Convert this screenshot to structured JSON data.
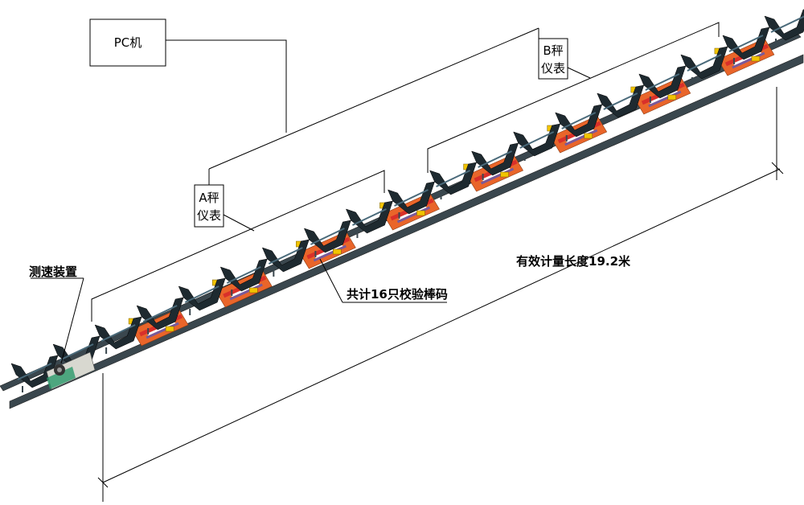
{
  "devices": {
    "pc": "PC机",
    "scale_a_line1": "A秤",
    "scale_a_line2": "仪表",
    "scale_b_line1": "B秤",
    "scale_b_line2": "仪表"
  },
  "annotations": {
    "speed_sensor": "测速装置",
    "calibration_weights": "共计16只校验棒码",
    "effective_length": "有效计量长度19.2米"
  },
  "colors": {
    "rail": "#3a474e",
    "frame": "#e9652a",
    "idler": "#1e2a30",
    "roller_red": "#d9302a",
    "roller_purple": "#7a5a9a",
    "weight_yellow": "#f2c400"
  }
}
